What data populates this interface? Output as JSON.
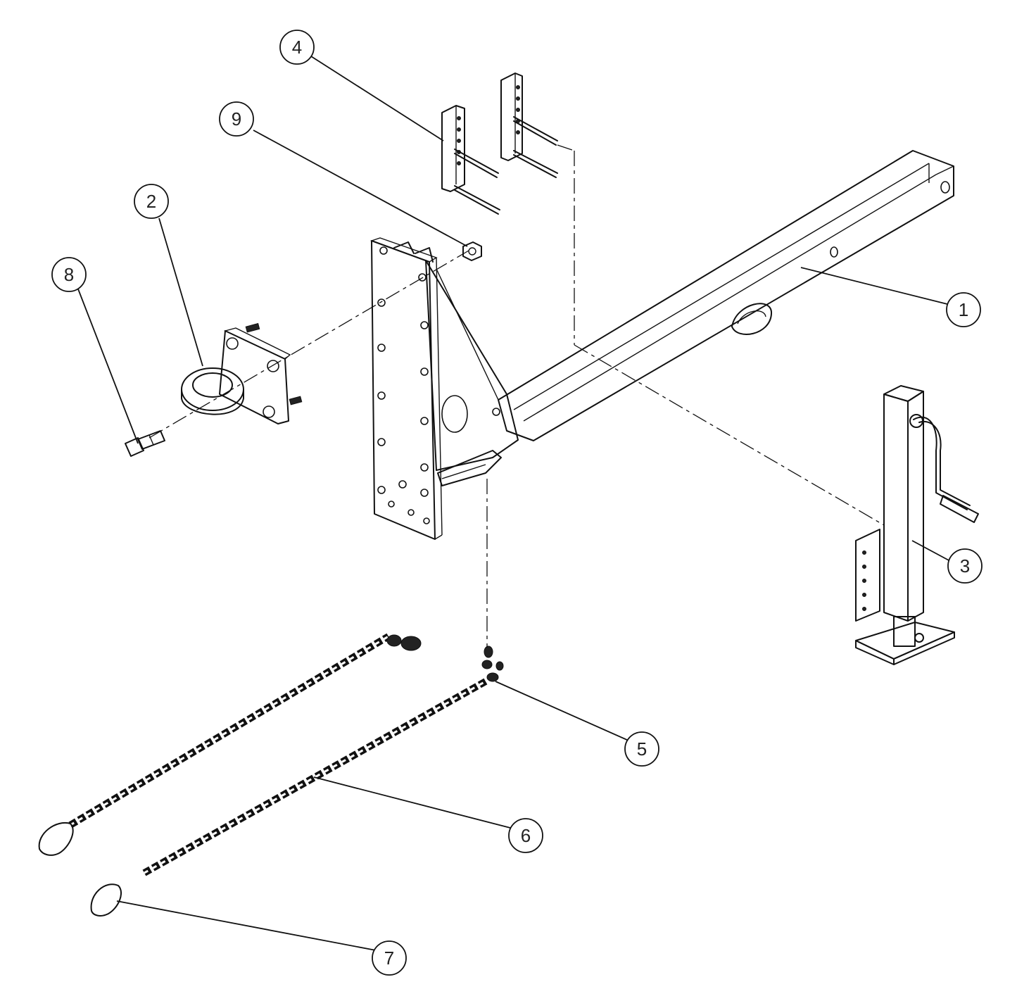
{
  "diagram": {
    "balloons": [
      {
        "id": "1",
        "label": "1",
        "part": "tongue-tube"
      },
      {
        "id": "2",
        "label": "2",
        "part": "pintle-eye"
      },
      {
        "id": "3",
        "label": "3",
        "part": "jack"
      },
      {
        "id": "4",
        "label": "4",
        "part": "channel-bracket"
      },
      {
        "id": "5",
        "label": "5",
        "part": "shackle"
      },
      {
        "id": "6",
        "label": "6",
        "part": "safety-chain"
      },
      {
        "id": "7",
        "label": "7",
        "part": "hook"
      },
      {
        "id": "8",
        "label": "8",
        "part": "bolt"
      },
      {
        "id": "9",
        "label": "9",
        "part": "nut"
      }
    ],
    "colors": {
      "line": "#111111",
      "background": "#ffffff"
    }
  }
}
